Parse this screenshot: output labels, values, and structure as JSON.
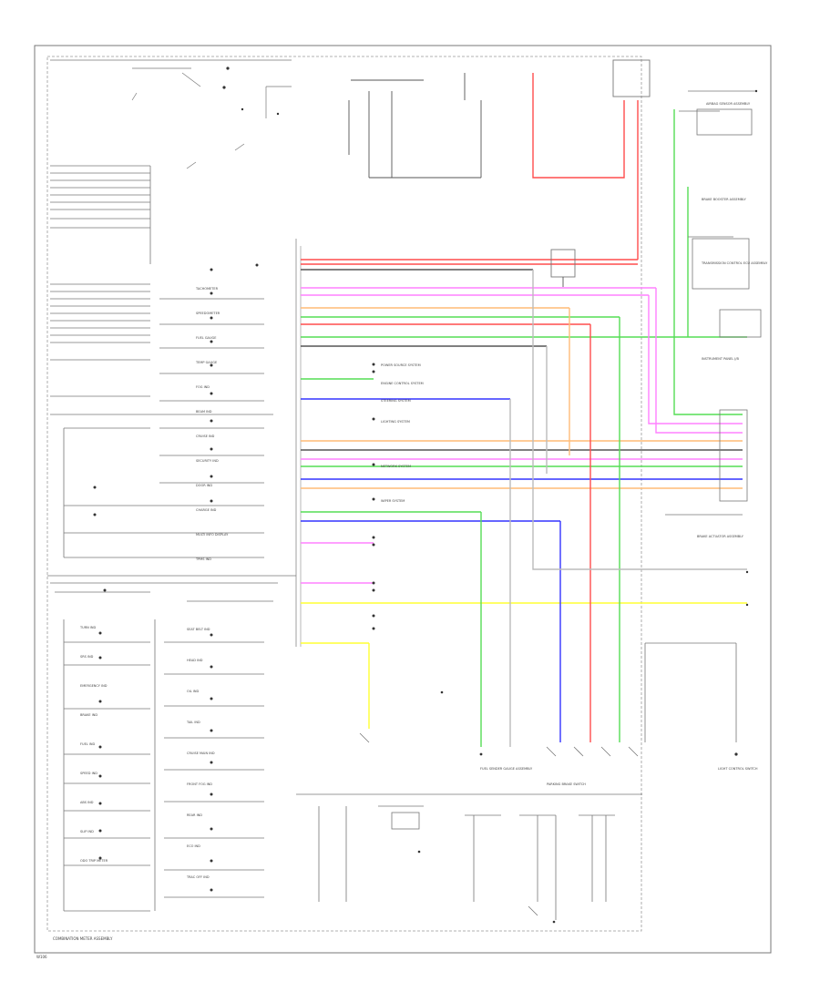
{
  "page": {
    "footer_left": "COMBINATION METER ASSEMBLY",
    "footer_bottom": "W106"
  },
  "colors": {
    "red": "#ff4d4d",
    "pink": "#ff80ff",
    "green": "#55dd55",
    "blue": "#3333ff",
    "yellow": "#ffff33",
    "orange": "#ffbb77",
    "gray": "#555555",
    "light_gray": "#bbbbbb"
  },
  "meter_labels": [
    "TACHOMETER",
    "SPEEDOMETER",
    "FUEL GAUGE",
    "TEMP GAUGE",
    "FOG IND",
    "BEAM IND",
    "CRUISE IND",
    "SECURITY IND",
    "DOOR IND",
    "CHARGE IND",
    "MULTI INFO DISPLAY",
    "TPMS IND"
  ],
  "lower_left_labels": [
    "TURN IND",
    "SRS IND",
    "EMERGENCY IND",
    "BRAKE IND",
    "FUEL IND",
    "SPEED IND",
    "ABS IND",
    "SLIP IND",
    "ODO TRIP METER"
  ],
  "lower_right_labels": [
    "SEAT BELT IND",
    "HEAD IND",
    "OIL IND",
    "TAIL IND",
    "CRUISE MAIN IND",
    "FRONT FOG IND",
    "REAR IND",
    "ECO IND",
    "TRAC OFF IND"
  ],
  "right_systems": [
    "AIRBAG SENSOR ASSEMBLY",
    "BRAKE BOOSTER ASSEMBLY",
    "TRANSMISSION CONTROL ECU ASSEMBLY",
    "INSTRUMENT PANEL J/B",
    "BRAKE ACTUATOR ASSEMBLY",
    "FUEL SENDER GAUGE ASSEMBLY",
    "PARKING BRAKE SWITCH",
    "LIGHT CONTROL SWITCH"
  ],
  "bus_annotations": [
    "POWER SOURCE SYSTEM",
    "ENGINE CONTROL SYSTEM",
    "STEERING SYSTEM",
    "LIGHTING SYSTEM",
    "NETWORK SYSTEM",
    "WIPER SYSTEM"
  ]
}
